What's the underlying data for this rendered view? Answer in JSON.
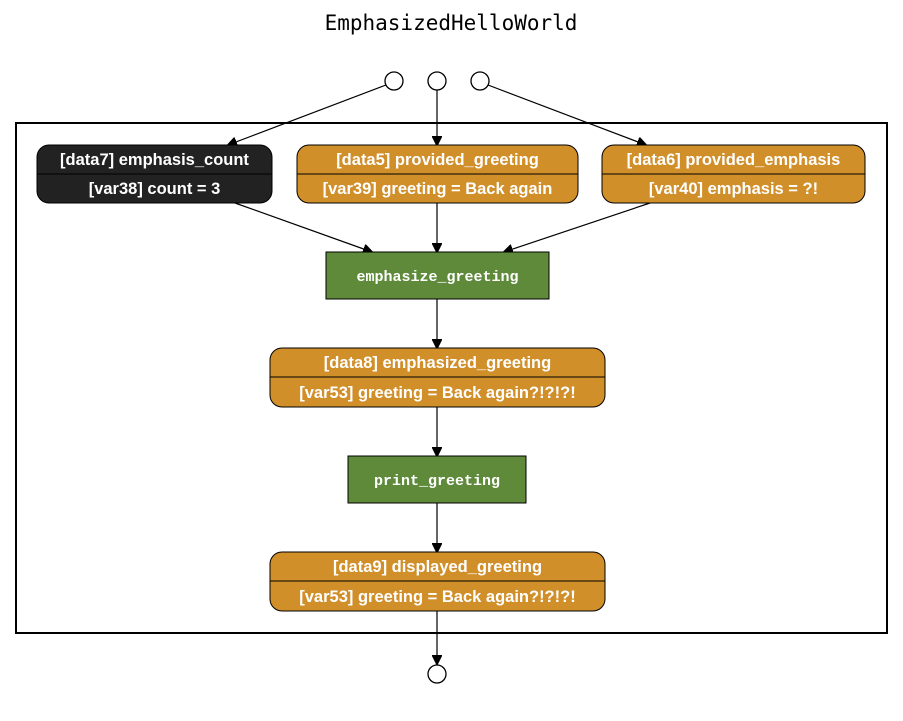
{
  "title": "EmphasizedHelloWorld",
  "data_nodes": {
    "data7": {
      "label": "[data7] emphasis_count",
      "value": "[var38] count = 3",
      "color": "#222222"
    },
    "data5": {
      "label": "[data5] provided_greeting",
      "value": "[var39] greeting = Back again",
      "color": "#d18f2a"
    },
    "data6": {
      "label": "[data6] provided_emphasis",
      "value": "[var40] emphasis = ?!",
      "color": "#d18f2a"
    },
    "data8": {
      "label": "[data8] emphasized_greeting",
      "value": "[var53] greeting = Back again?!?!?!",
      "color": "#d18f2a"
    },
    "data9": {
      "label": "[data9] displayed_greeting",
      "value": "[var53] greeting = Back again?!?!?!",
      "color": "#d18f2a"
    }
  },
  "steps": {
    "emphasize": {
      "label": "emphasize_greeting",
      "color": "#5e8a3a"
    },
    "print": {
      "label": "print_greeting",
      "color": "#5e8a3a"
    }
  }
}
